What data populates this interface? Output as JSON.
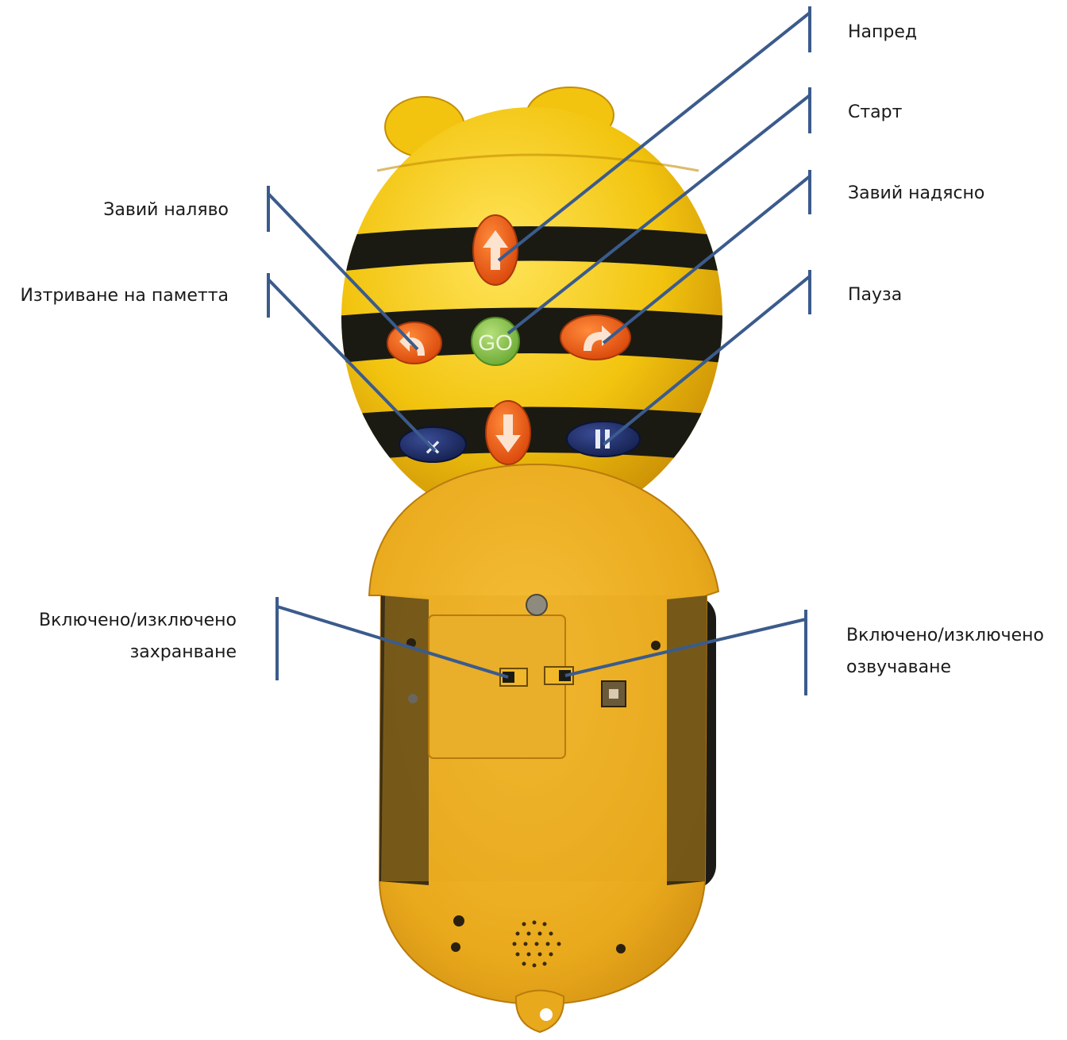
{
  "labels": {
    "forward": "Напред",
    "go": "Старт",
    "turn_right": "Завий надясно",
    "pause": "Пауза",
    "turn_left": "Завий наляво",
    "clear_memory": "Изтриване на паметта",
    "power_switch_line1": "Включено/изключено",
    "power_switch_line2": "захранване",
    "sound_switch_line1": "Включено/изключено",
    "sound_switch_line2": "озвучаване"
  },
  "buttons": {
    "go": "GO"
  },
  "colors": {
    "leader_line": "#3b5b8c",
    "bee_yellow": "#f2c40f",
    "bee_stripe": "#1a1a12",
    "orange_button": "#f26419",
    "go_button": "#8dc94a",
    "navy_button": "#1f2f6b",
    "base_yellow": "#e9a91c"
  }
}
